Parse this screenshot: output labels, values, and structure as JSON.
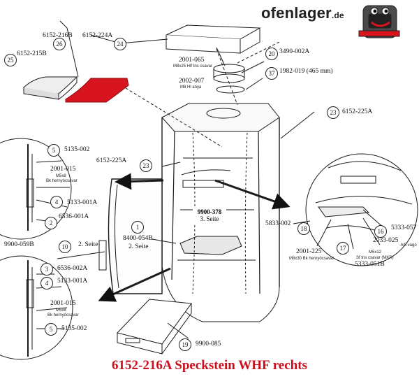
{
  "brand": {
    "name": "ofenlager",
    "tld": ".de"
  },
  "caption": "6152-216A Speckstein WHF rechts",
  "parts": {
    "p6152_216B": "6152-216B",
    "p6152_215B": "6152-215B",
    "p6152_224A": "6152-224A",
    "n24": "24",
    "n25": "25",
    "n26": "26",
    "p2001_065": "2001-065",
    "p2001_065_sub": "M8x25 Hlf tns csavar",
    "n20": "20",
    "p3490_002A": "3490-002A",
    "n37": "37",
    "p1982_019": "1982-019 (465 mm)",
    "p2002_007": "2002-007",
    "p2002_007_sub": "M8 Hl anya",
    "n23a": "23",
    "p6152_225A_right": "6152-225A",
    "p6152_225A_left": "6152-225A",
    "n23b": "23",
    "n5a": "5",
    "p5135_002a": "5135-002",
    "p2001_015a": "2001-015",
    "p2001_015a_sub1": "M5x8",
    "p2001_015a_sub2": "Bk hernyócsavar",
    "n4a": "4",
    "p5133_001A_a": "5133-001A",
    "n2": "2",
    "p6536_001A": "6536-001A",
    "p9900_059B": "9900-059B",
    "n10": "10",
    "seite2_side": "2. Seite",
    "n3": "3",
    "p6536_002A": "6536-002A",
    "n4b": "4",
    "p5133_001A_b": "5133-001A",
    "p2001_015b": "2001-015",
    "p2001_015b_sub1": "M5x8",
    "p2001_015b_sub2": "Bk hernyócsavar",
    "n5b": "5",
    "p5135_002b": "5135-002",
    "n1": "1",
    "p8400_054B": "8400-054B",
    "seite2_door": "2. Seite",
    "p9900_378": "9900-378",
    "seite3": "3. Seite",
    "p5833_002": "5833-002",
    "n18": "18",
    "p2001_225": "2001-225",
    "p2001_225_sub": "M8x30 Bk hernyócsavar",
    "n17": "17",
    "p5333_051B": "5333-051B",
    "p_sub_m5": "M5x12",
    "p_sub_sf": "Sf tns csavar (MKR)",
    "n16": "16",
    "p5333_057": "5333-057",
    "p2033_025": "2033-025",
    "p2033_025_sub": "-hől vágó",
    "n19": "19",
    "p9900_085": "9900-085"
  },
  "colors": {
    "highlight": "#d8141e",
    "caption": "#c8101e",
    "line": "#1a1a1a"
  }
}
